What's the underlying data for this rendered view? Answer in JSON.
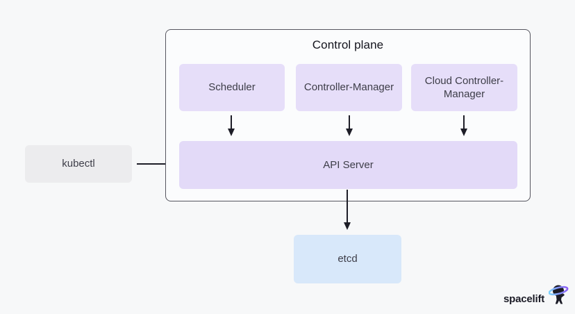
{
  "diagram": {
    "control_plane": {
      "title": "Control plane",
      "components": [
        {
          "label": "Scheduler"
        },
        {
          "label": "Controller-Manager"
        },
        {
          "label": "Cloud Controller-Manager"
        }
      ],
      "api_server": {
        "label": "API Server"
      }
    },
    "external": {
      "kubectl": {
        "label": "kubectl"
      },
      "etcd": {
        "label": "etcd"
      }
    },
    "arrows": [
      {
        "from": "kubectl",
        "to": "api-server",
        "direction": "right"
      },
      {
        "from": "scheduler",
        "to": "api-server",
        "direction": "down"
      },
      {
        "from": "controller-manager",
        "to": "api-server",
        "direction": "down"
      },
      {
        "from": "cloud-controller-manager",
        "to": "api-server",
        "direction": "down"
      },
      {
        "from": "api-server",
        "to": "etcd",
        "direction": "down"
      }
    ]
  },
  "branding": {
    "logo_text": "spacelift",
    "logo_icon": "astronaut-with-ring-icon"
  },
  "colors": {
    "bg": "#f7f8f9",
    "plane-bg": "#fbfcfd",
    "border": "#55555e",
    "component-fill": "#e6def9",
    "api-fill": "#e3daf8",
    "kubectl-fill": "#ececee",
    "etcd-fill": "#d8e8fa",
    "arrow": "#1d1d27",
    "node-text": "#3d3d48",
    "title-text": "#14141d",
    "logo-text-color": "#1b1b26",
    "logo-ring-left": "#7dd3fc",
    "logo-ring-right": "#8b5cf6"
  }
}
